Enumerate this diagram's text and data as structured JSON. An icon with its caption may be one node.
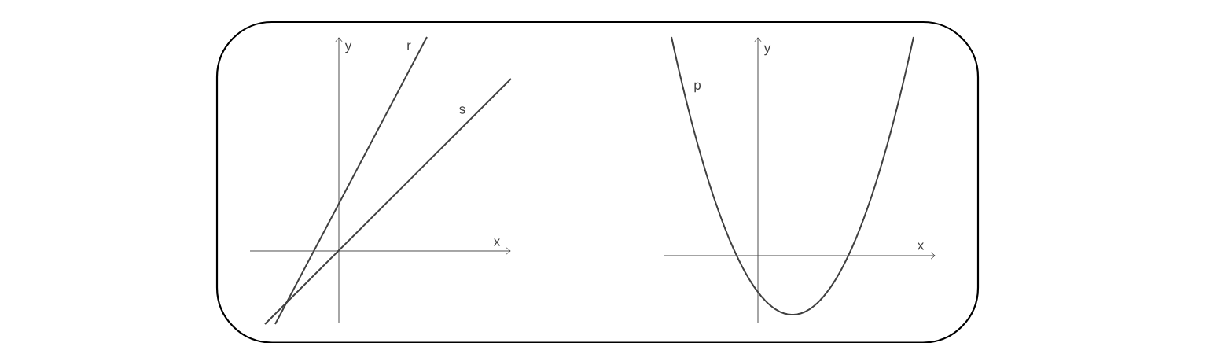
{
  "diagram": {
    "labels": [
      "y",
      "r",
      "s",
      "x",
      "p",
      "y",
      "x"
    ]
  }
}
